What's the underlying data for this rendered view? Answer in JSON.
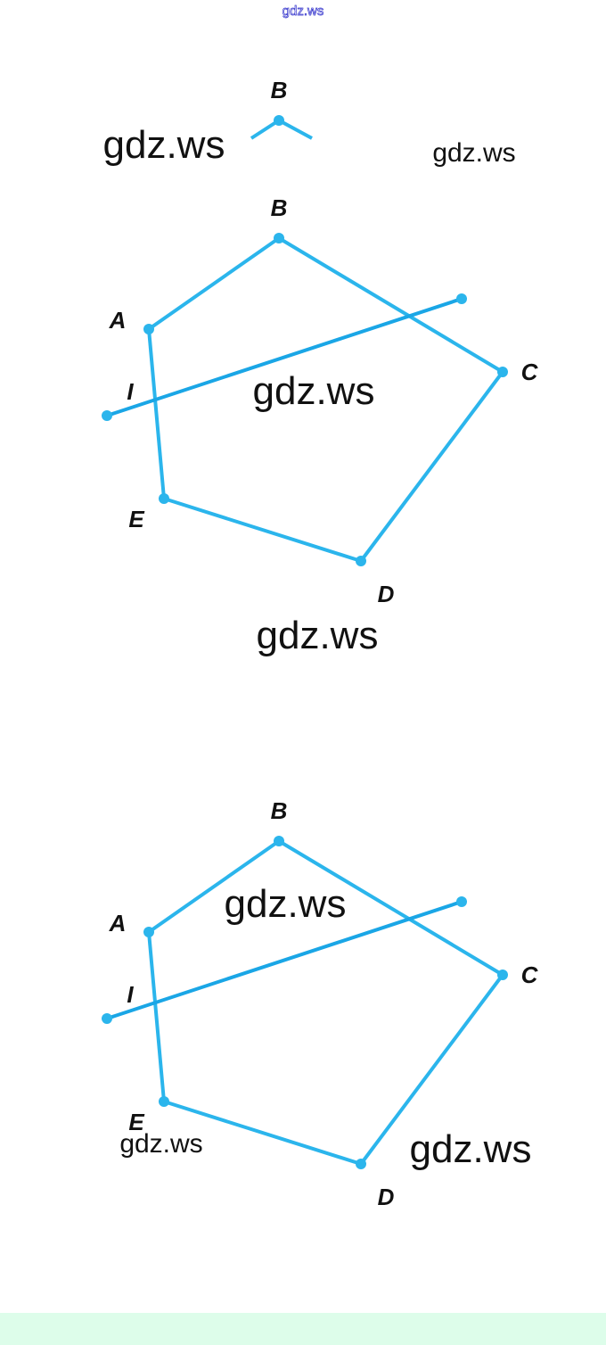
{
  "watermark_text": "gdz.ws",
  "watermarks": [
    "gdz.ws",
    "gdz.ws",
    "gdz.ws",
    "gdz.ws",
    "gdz.ws",
    "gdz.ws",
    "gdz.ws",
    "gdz.ws"
  ],
  "labels": {
    "A": "A",
    "B": "B",
    "C": "C",
    "D": "D",
    "E": "E",
    "I": "I"
  },
  "colors": {
    "line": "#2bb5ec",
    "label": "#111111",
    "watermark": "#111111",
    "top_watermark": "#3333cc",
    "band": "#ddfdea"
  }
}
